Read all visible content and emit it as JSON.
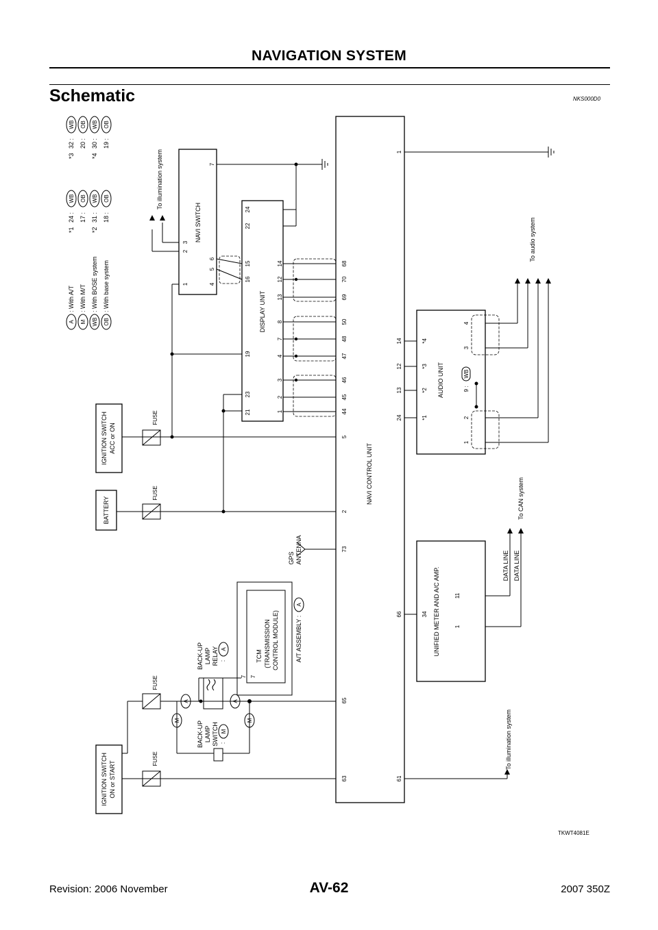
{
  "header": {
    "title": "NAVIGATION SYSTEM"
  },
  "section": {
    "title": "Schematic",
    "code": "NKS000D0"
  },
  "figure_code": "TKWT4081E",
  "footer": {
    "page": "AV-62",
    "revision": "Revision: 2006 November",
    "model": "2007 350Z"
  },
  "legend": {
    "codes": [
      {
        "code": "A",
        "text": ": With A/T"
      },
      {
        "code": "M",
        "text": ": With M/T"
      },
      {
        "code": "WB",
        "text": ": With BOSE system"
      },
      {
        "code": "OB",
        "text": ": With base system"
      }
    ],
    "pins_a": [
      {
        "ref": "*1",
        "text": "24 :",
        "code": "WB"
      },
      {
        "ref": "",
        "text": "17 :",
        "code": "OB"
      },
      {
        "ref": "*2",
        "text": "31 :",
        "code": "WB"
      },
      {
        "ref": "",
        "text": "18 :",
        "code": "OB"
      }
    ],
    "pins_b": [
      {
        "ref": "*3",
        "text": "32 :",
        "code": "WB"
      },
      {
        "ref": "",
        "text": "20 :",
        "code": "OB"
      },
      {
        "ref": "*4",
        "text": "30 :",
        "code": "WB"
      },
      {
        "ref": "",
        "text": "19 :",
        "code": "OB"
      }
    ]
  },
  "components": {
    "navi_control_unit": "NAVI CONTROL UNIT",
    "display_unit": "DISPLAY UNIT",
    "navi_switch": "NAVI SWITCH",
    "audio_unit": "AUDIO UNIT",
    "audio_pin9": "9 :",
    "audio_pin9_code": "WB",
    "meter": "UNIFIED METER AND A/C AMP.",
    "battery": "BATTERY",
    "ign_acc_1": "IGNITION SWITCH",
    "ign_acc_2": "ACC or ON",
    "ign_start_1": "IGNITION SWITCH",
    "ign_start_2": "ON or START",
    "fuse": "FUSE",
    "gps_1": "GPS",
    "gps_2": "ANTENNA",
    "tcm_1": "TCM",
    "tcm_2": "(TRANSMISSION",
    "tcm_3": "CONTROL MODULE)",
    "at_assembly": "A/T ASSEMBLY :",
    "at_code": "A",
    "relay_1": "BACK-UP",
    "relay_2": "LAMP",
    "relay_3": "RELAY",
    "relay_code": "A",
    "bswitch_1": "BACK-UP",
    "bswitch_2": "LAMP",
    "bswitch_3": "SWITCH",
    "bswitch_code": "M",
    "colon": ":"
  },
  "notes": {
    "to_illumination": "To illumination system",
    "to_audio": "To audio system",
    "to_can": "To CAN system",
    "data_line": "DATA LINE"
  },
  "pins": {
    "ncu_top": [
      "63",
      "65",
      "73",
      "2",
      "5",
      "44",
      "45",
      "46",
      "47",
      "48",
      "50",
      "69",
      "70",
      "68"
    ],
    "ncu_bottom": [
      "61",
      "66",
      "24",
      "13",
      "12",
      "14",
      "1"
    ],
    "disp_bottom": [
      "1",
      "2",
      "3",
      "4",
      "7",
      "8",
      "13",
      "12",
      "14"
    ],
    "disp_top": [
      "21",
      "23",
      "19",
      "16",
      "15",
      "22",
      "24"
    ],
    "nsw": [
      "1",
      "2",
      "3",
      "4",
      "5",
      "6",
      "7"
    ],
    "audio_top": [
      "*1",
      "*2",
      "*3",
      "*4"
    ],
    "audio_bottom": [
      "1",
      "2",
      "3",
      "4"
    ],
    "meter": [
      "34",
      "1",
      "11"
    ],
    "tcm": [
      "7",
      "7"
    ],
    "connector_a": "A",
    "connector_m": "M"
  }
}
